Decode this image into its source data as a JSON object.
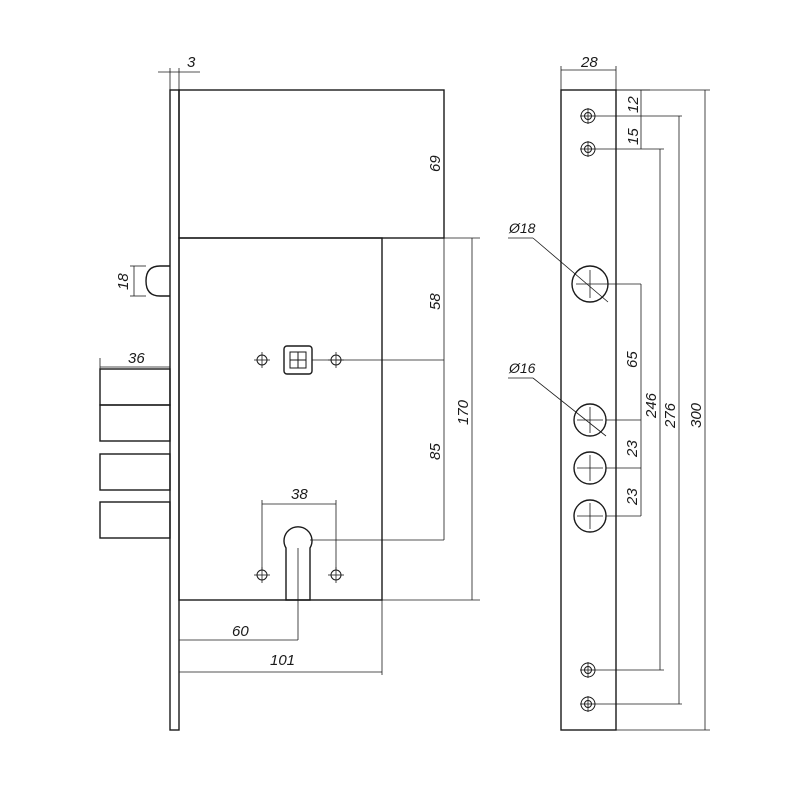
{
  "drawing": {
    "line_color": "#1a1a1a",
    "background": "#ffffff"
  },
  "side_view": {
    "faceplate_thickness": "3",
    "top_section_height": "69",
    "spindle_offset": "58",
    "cylinder_offset": "85",
    "body_height": "170",
    "latch_height": "18",
    "bolt_throw": "36",
    "cylinder_spacing": "38",
    "backset": "60",
    "body_depth": "101"
  },
  "front_view": {
    "faceplate_width": "28",
    "top_hole_offset": "12",
    "hole_spacing": "15",
    "large_hole_diameter": "Ø18",
    "small_hole_diameter": "Ø16",
    "latch_to_bolt": "65",
    "bolt_spacing_1": "23",
    "bolt_spacing_2": "23",
    "inner_holes_span": "246",
    "outer_holes_span": "276",
    "faceplate_height": "300"
  }
}
